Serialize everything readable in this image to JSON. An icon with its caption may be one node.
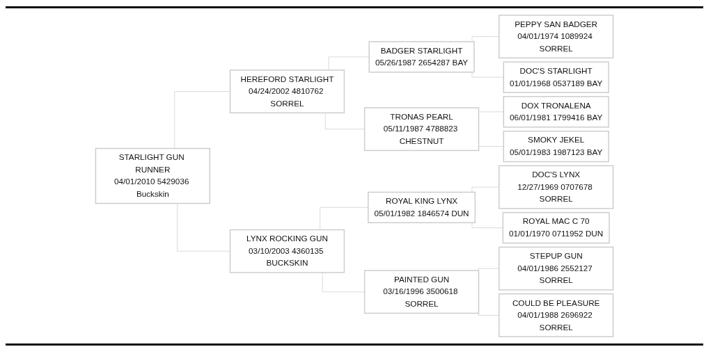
{
  "diagram": {
    "nodes": [
      {
        "text": [
          "STARLIGHT GUN RUNNER",
          "04/01/2010 5429036 Buckskin"
        ]
      },
      {
        "text": [
          "HEREFORD STARLIGHT",
          "04/24/2002 4810762 SORREL"
        ]
      },
      {
        "text": [
          "BADGER STARLIGHT",
          "05/26/1987 2654287 BAY"
        ]
      },
      {
        "text": [
          "PEPPY SAN BADGER",
          "04/01/1974 1089924 SORREL"
        ]
      },
      {
        "text": [
          "DOC'S STARLIGHT",
          "01/01/1968 0537189 BAY"
        ]
      },
      {
        "text": [
          "TRONAS PEARL",
          "05/11/1987 4788823 CHESTNUT"
        ]
      },
      {
        "text": [
          "DOX TRONALENA",
          "06/01/1981 1799416 BAY"
        ]
      },
      {
        "text": [
          "SMOKY JEKEL",
          "05/01/1983 1987123 BAY"
        ]
      },
      {
        "text": [
          "LYNX ROCKING GUN",
          "03/10/2003 4360135 BUCKSKIN"
        ]
      },
      {
        "text": [
          "ROYAL KING LYNX",
          "05/01/1982 1846574 DUN"
        ]
      },
      {
        "text": [
          "DOC'S LYNX",
          "12/27/1969 0707678 SORREL"
        ]
      },
      {
        "text": [
          "ROYAL MAC C 70",
          "01/01/1970 0711952 DUN"
        ]
      },
      {
        "text": [
          "PAINTED GUN",
          "03/16/1996 3500618 SORREL"
        ]
      },
      {
        "text": [
          "STEPUP GUN",
          "04/01/1986 2552127 SORREL"
        ]
      },
      {
        "text": [
          "COULD BE PLEASURE",
          "04/01/1988 2696922 SORREL"
        ]
      }
    ],
    "edges": [
      {
        "from": 0,
        "to": 1,
        "arrow": "none"
      },
      {
        "from": 0,
        "to": 8,
        "arrow": "none"
      },
      {
        "from": 1,
        "to": 2,
        "arrow": "none"
      },
      {
        "from": 1,
        "to": 5,
        "arrow": "none"
      },
      {
        "from": 2,
        "to": 3,
        "arrow": "none"
      },
      {
        "from": 2,
        "to": 4,
        "arrow": "none"
      },
      {
        "from": 5,
        "to": 6,
        "arrow": "none"
      },
      {
        "from": 5,
        "to": 7,
        "arrow": "none"
      },
      {
        "from": 8,
        "to": 9,
        "arrow": "none"
      },
      {
        "from": 8,
        "to": 12,
        "arrow": "none"
      },
      {
        "from": 9,
        "to": 10,
        "arrow": "none"
      },
      {
        "from": 9,
        "to": 11,
        "arrow": "none"
      },
      {
        "from": 12,
        "to": 13,
        "arrow": "none"
      },
      {
        "from": 12,
        "to": 14,
        "arrow": "none"
      }
    ]
  }
}
